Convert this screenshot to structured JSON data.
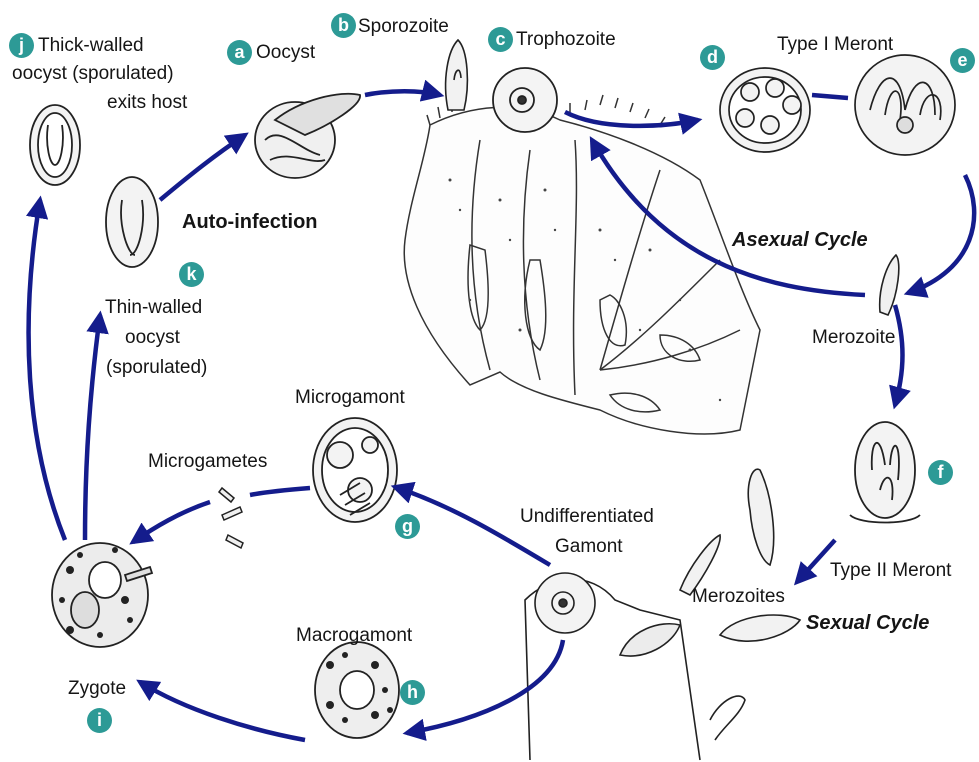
{
  "stages": [
    {
      "id": "a",
      "badge": "a",
      "label": "Oocyst"
    },
    {
      "id": "b",
      "badge": "b",
      "label": "Sporozoite"
    },
    {
      "id": "c",
      "badge": "c",
      "label": "Trophozoite"
    },
    {
      "id": "d",
      "badge": "d",
      "label": ""
    },
    {
      "id": "e",
      "badge": "e",
      "label": ""
    },
    {
      "id": "f",
      "badge": "f",
      "label": "Type II Meront"
    },
    {
      "id": "g",
      "badge": "g",
      "label": "Microgamont"
    },
    {
      "id": "h",
      "badge": "h",
      "label": "Macrogamont"
    },
    {
      "id": "i",
      "badge": "i",
      "label": "Zygote"
    },
    {
      "id": "j",
      "badge": "j",
      "label_lines": [
        "Thick-walled",
        "oocyst (sporulated)",
        "exits host"
      ]
    },
    {
      "id": "k",
      "badge": "k",
      "label_lines": [
        "Thin-walled",
        "oocyst",
        "(sporulated)"
      ]
    }
  ],
  "labels": {
    "type1_meront": "Type I Meront",
    "merozoite": "Merozoite",
    "merozoites": "Merozoites",
    "microgametes": "Microgametes",
    "undiff_1": "Undifferentiated",
    "undiff_2": "Gamont",
    "auto_infection": "Auto-infection",
    "asexual_cycle": "Asexual Cycle",
    "sexual_cycle": "Sexual Cycle"
  },
  "colors": {
    "arrow": "#141c8c",
    "badge": "#2d9a96",
    "line": "#333333"
  }
}
